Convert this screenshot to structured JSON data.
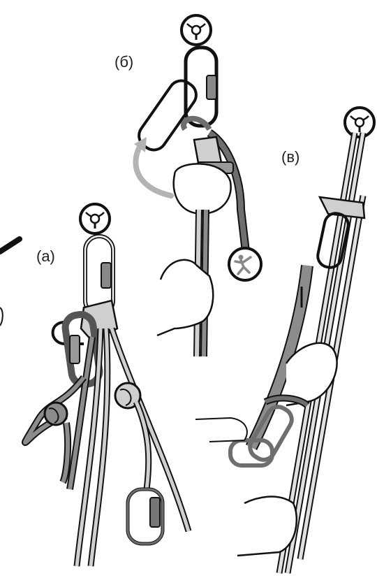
{
  "labels": {
    "a": "(а)",
    "b": "(б)",
    "c": "(в)"
  },
  "colors": {
    "outline": "#111111",
    "rope_dark": "#6e6e6e",
    "rope_mid": "#8c8c8c",
    "rope_light": "#c9c9c9",
    "metal": "#e6e6e6",
    "arrow": "#b3b3b3",
    "skin": "#ffffff"
  },
  "icons": {
    "anchor": "anchor-bolt-icon",
    "climber": "climber-icon"
  }
}
